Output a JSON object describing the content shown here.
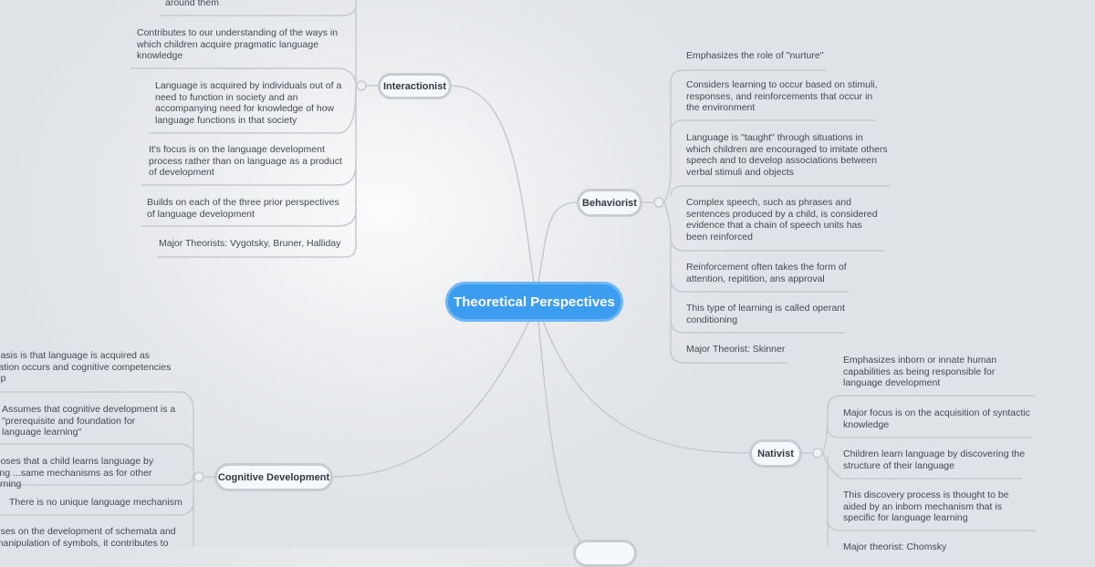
{
  "central_topic": "Theoretical Perspectives",
  "colors": {
    "central": "#3c9cf0",
    "line": "#c6c9ce",
    "text": "#444a52"
  },
  "interactionist": {
    "label": "Interactionist",
    "items": [
      "around them",
      "Contributes to our understanding of the ways in which children acquire pragmatic language knowledge",
      "Language is acquired by individuals out of a need to function in society and an accompanying need for knowledge of how language functions in that society",
      "It's focus is on the language development process rather than on language as a product of development",
      "Builds on each of the three prior perspectives of language development",
      "Major Theorists: Vygotsky, Bruner, Halliday"
    ]
  },
  "behaviorist": {
    "label": "Behaviorist",
    "items": [
      "Emphasizes the role of \"nurture\"",
      "Considers learning to occur based on stimuli, responses, and reinforcements that occur in the environment",
      "Language is \"taught\" through situations in which children are encouraged to imitate others speech and to develop associations between verbal stimuli and objects",
      "Complex speech, such as phrases and sentences produced by a child, is considered evidence that a chain of speech units has been reinforced",
      "Reinforcement often takes the form of attention, repitition, ans approval",
      "This type of learning is called operant conditioning",
      "Major Theorist: Skinner"
    ]
  },
  "nativist": {
    "label": "Nativist",
    "items": [
      "Emphasizes inborn or innate human capabilities as being responsible for language development",
      "Major focus is on the acquisition of syntactic knowledge",
      "Children learn language by discovering the structure of their language",
      "This discovery process is thought to be aided by an inborn mechanism that is specific for language learning",
      "Major theorist: Chomsky"
    ]
  },
  "cognitive": {
    "label": "Cognitive Development",
    "items": [
      "...hasis is that language is acquired as ...ration occurs and cognitive competencies ...op",
      "Assumes that cognitive development is a \"prerequisite and foundation for language learning\"",
      "...poses that a child learns language by using ...same mechanisms as for other learning",
      "There is no unique language mechanism",
      "...uses on the development of schemata and ...manipulation of symbols, it contributes to"
    ]
  }
}
